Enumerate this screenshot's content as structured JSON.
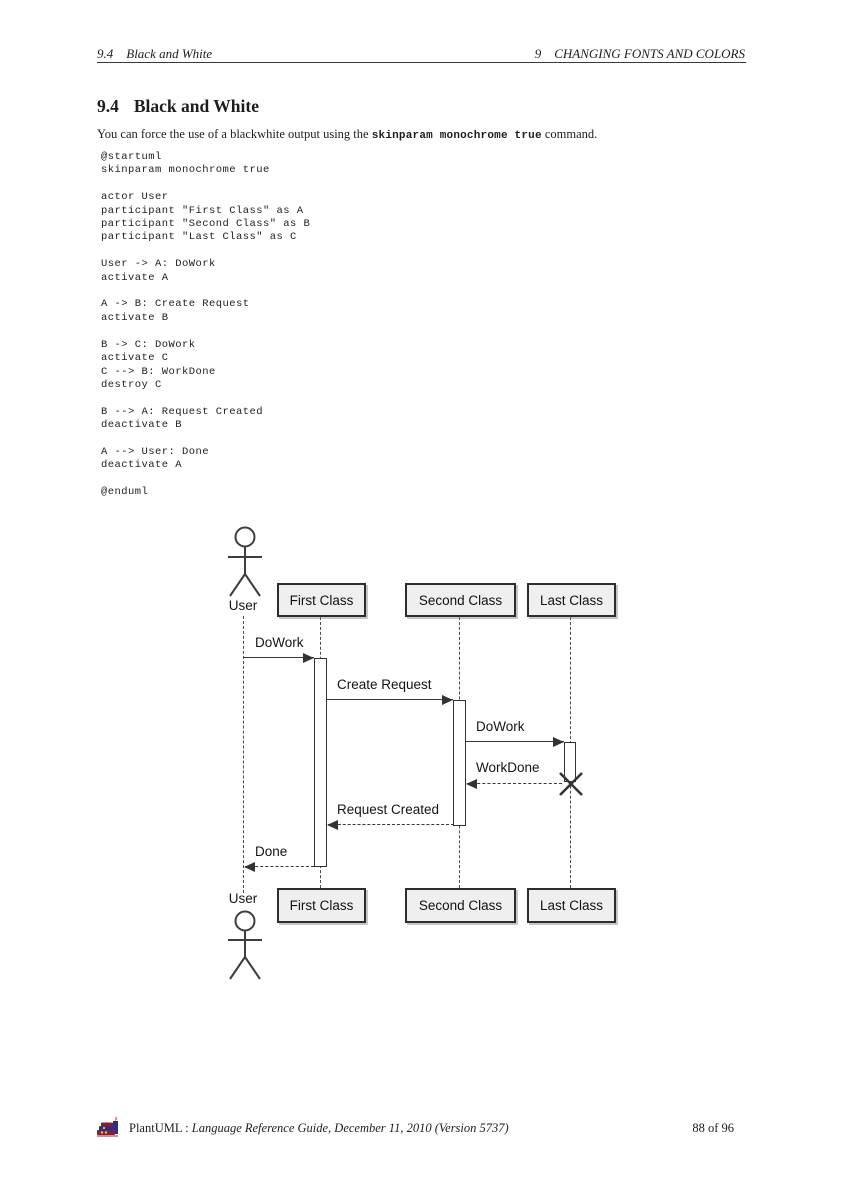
{
  "header": {
    "left": {
      "number": "9.4",
      "title": "Black and White"
    },
    "right": {
      "number": "9",
      "title": "CHANGING FONTS AND COLORS"
    }
  },
  "section": {
    "number": "9.4",
    "title": "Black and White"
  },
  "intro": {
    "text_before": "You can force the use of a blackwhite output using the ",
    "code": "skinparam monochrome true",
    "text_after": " command."
  },
  "code_listing": {
    "lines": [
      "@startuml",
      "skinparam monochrome true",
      "",
      "actor User",
      "participant \"First Class\" as A",
      "participant \"Second Class\" as B",
      "participant \"Last Class\" as C",
      "",
      "User -> A: DoWork",
      "activate A",
      "",
      "A -> B: Create Request",
      "activate B",
      "",
      "B -> C: DoWork",
      "activate C",
      "C --> B: WorkDone",
      "destroy C",
      "",
      "B --> A: Request Created",
      "deactivate B",
      "",
      "A --> User: Done",
      "deactivate A",
      "",
      "@enduml"
    ]
  },
  "diagram": {
    "type": "uml-sequence",
    "actor_label": "User",
    "participants": [
      {
        "label": "First Class"
      },
      {
        "label": "Second Class"
      },
      {
        "label": "Last Class"
      }
    ],
    "messages": [
      {
        "label": "DoWork",
        "from": "User",
        "to": "First Class",
        "line": "solid"
      },
      {
        "label": "Create Request",
        "from": "First Class",
        "to": "Second Class",
        "line": "solid"
      },
      {
        "label": "DoWork",
        "from": "Second Class",
        "to": "Last Class",
        "line": "solid"
      },
      {
        "label": "WorkDone",
        "from": "Last Class",
        "to": "Second Class",
        "line": "dashed"
      },
      {
        "label": "Request Created",
        "from": "Second Class",
        "to": "First Class",
        "line": "dashed"
      },
      {
        "label": "Done",
        "from": "First Class",
        "to": "User",
        "line": "dashed"
      }
    ],
    "destroyed_participant": "Last Class",
    "colors": {
      "box_fill": "#efefef",
      "line": "#3a3a3a",
      "lifeline": "#4a4a4a"
    }
  },
  "footer": {
    "brand": "PlantUML",
    "separator": ":",
    "document_title": "Language Reference Guide, December 11, 2010 (Version 5737)",
    "page_indicator": "88 of 96",
    "logo_colors": {
      "book_red": "#8c1a38",
      "book_blue": "#23308e",
      "accent_yellow": "#e9c63a",
      "flame_pink": "#e0607e"
    }
  }
}
